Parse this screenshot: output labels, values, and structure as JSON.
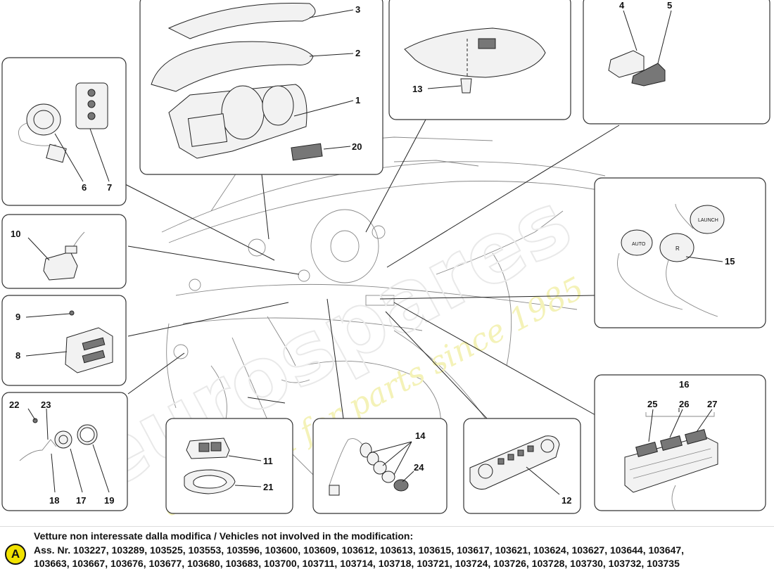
{
  "diagram": {
    "callouts": {
      "c1": "1",
      "c2": "2",
      "c3": "3",
      "c4": "4",
      "c5": "5",
      "c6": "6",
      "c7": "7",
      "c8": "8",
      "c9": "9",
      "c10": "10",
      "c11": "11",
      "c12": "12",
      "c13": "13",
      "c14": "14",
      "c15": "15",
      "c16": "16",
      "c17": "17",
      "c18": "18",
      "c19": "19",
      "c20": "20",
      "c21": "21",
      "c22": "22",
      "c23": "23",
      "c24": "24",
      "c25": "25",
      "c26": "26",
      "c27": "27"
    },
    "part_labels": {
      "auto": "AUTO",
      "r": "R",
      "launch": "LAUNCH"
    },
    "watermark": {
      "brand": "eurospares",
      "tagline": "a passion for parts since 1985"
    }
  },
  "note": {
    "badge": "A",
    "line1": "Vetture non interessate dalla modifica / Vehicles not involved in the modification:",
    "line2": "Ass. Nr. 103227, 103289, 103525, 103553, 103596, 103600, 103609, 103612, 103613, 103615, 103617, 103621, 103624, 103627, 103644, 103647,",
    "line3": "103663, 103667, 103676, 103677, 103680, 103683, 103700, 103711, 103714, 103718, 103721, 103724, 103726, 103728, 103730, 103732, 103735"
  },
  "colors": {
    "badge_fill": "#f1e200",
    "watermark_text": "#f4f2b8"
  }
}
